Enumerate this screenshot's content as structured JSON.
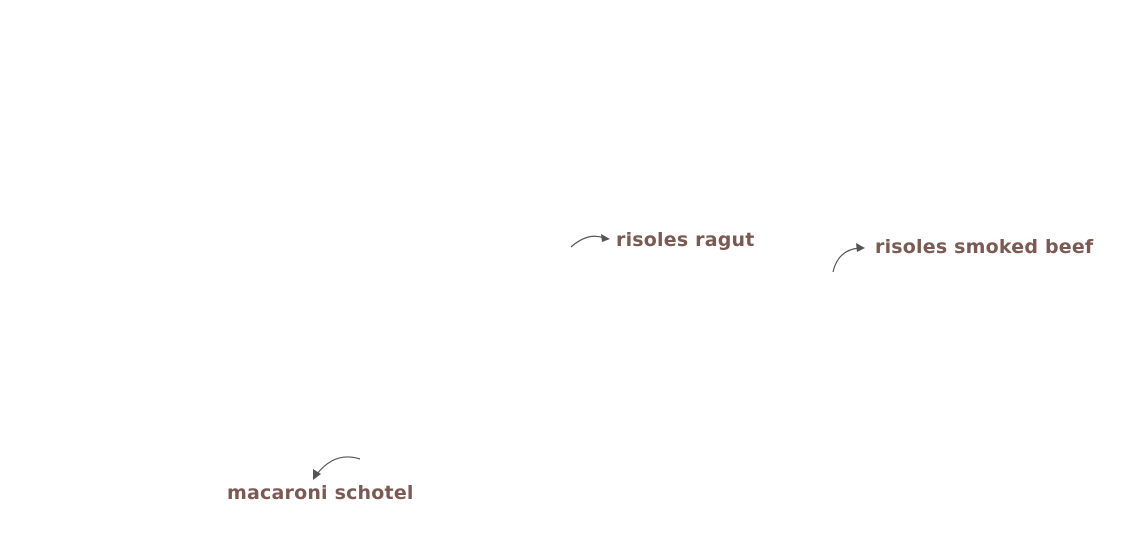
{
  "labels": {
    "ragut": "risoles ragut",
    "smoked_beef": "risoles smoked beef",
    "macaroni": "macaroni schotel"
  },
  "colors": {
    "label": "#7a5a52",
    "arrow": "#555555"
  },
  "icons": [
    "curved-arrow-icon"
  ]
}
